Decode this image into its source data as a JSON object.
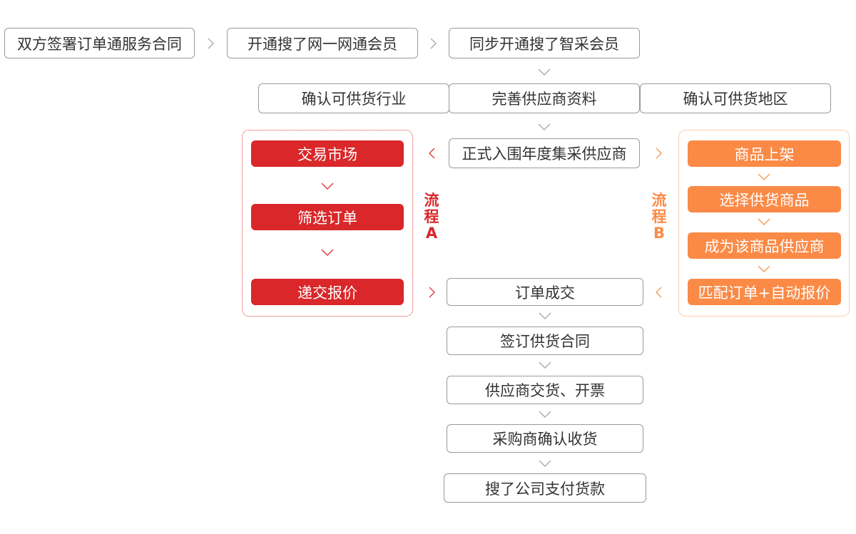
{
  "colors": {
    "red": "#d9272a",
    "orange": "#fb8a46",
    "border": "#9a9a9a",
    "arrow": "#aaaaaa"
  },
  "top_row": [
    "双方签署订单通服务合同",
    "开通搜了网一网通会员",
    "同步开通搜了智采会员"
  ],
  "second_row": [
    "确认可供货行业",
    "完善供应商资料",
    "确认可供货地区"
  ],
  "center": {
    "entry": "正式入围年度集采供应商",
    "steps": [
      "订单成交",
      "签订供货合同",
      "供应商交货、开票",
      "采购商确认收货",
      "搜了公司支付货款"
    ]
  },
  "flow_a": {
    "label": [
      "流",
      "程",
      "A"
    ],
    "steps": [
      "交易市场",
      "筛选订单",
      "递交报价"
    ]
  },
  "flow_b": {
    "label": [
      "流",
      "程",
      "B"
    ],
    "steps": [
      "商品上架",
      "选择供货商品",
      "成为该商品供应商",
      "匹配订单+自动报价"
    ]
  }
}
